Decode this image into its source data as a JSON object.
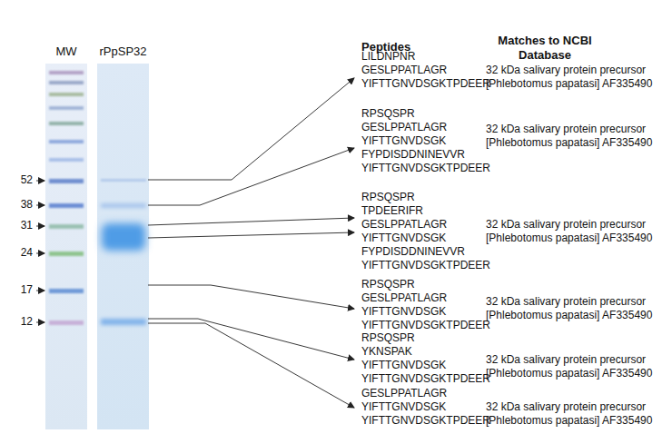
{
  "diagram": {
    "nodes": [
      {
        "text": [
          "MW"
        ]
      },
      {
        "text": [
          "rPpSP32"
        ]
      }
    ],
    "labels": [
      "52",
      "38",
      "31",
      "24",
      "17",
      "12",
      "Peptides",
      "Matches to NCBI Database",
      "LILDNPNR",
      "GESLPPATLAGR",
      "YIFTTGNVDSGKTPDEER",
      "32 kDa salivary protein precursor [Phlebotomus papatasi] AF335490",
      "RPSQSPR",
      "GESLPPATLAGR",
      "YIFTTGNVDSGK",
      "FYPDISDDNINEVVR",
      "YIFTTGNVDSGKTPDEER",
      "32 kDa salivary protein precursor [Phlebotomus papatasi] AF335490",
      "RPSQSPR",
      "TPDEERIFR",
      "GESLPPATLAGR",
      "YIFTTGNVDSGK",
      "FYPDISDDNINEVVR",
      "YIFTTGNVDSGKTPDEER",
      "32 kDa salivary protein precursor [Phlebotomus papatasi] AF335490",
      "RPSQSPR",
      "GESLPPATLAGR",
      "YIFTTGNVDSGK",
      "YIFTTGNVDSGKTPDEER",
      "32 kDa salivary protein precursor [Phlebotomus papatasi] AF335490",
      "RPSQSPR",
      "YKNSPAK",
      "YIFTTGNVDSGK",
      "YIFTTGNVDSGKTPDEER",
      "32 kDa salivary protein precursor [Phlebotomus papatasi] AF335490",
      "GESLPPATLAGR",
      "YIFTTGNVDSGK",
      "YIFTTGNVDSGKTPDEER",
      "32 kDa salivary protein precursor [Phlebotomus papatasi] AF335490"
    ]
  }
}
